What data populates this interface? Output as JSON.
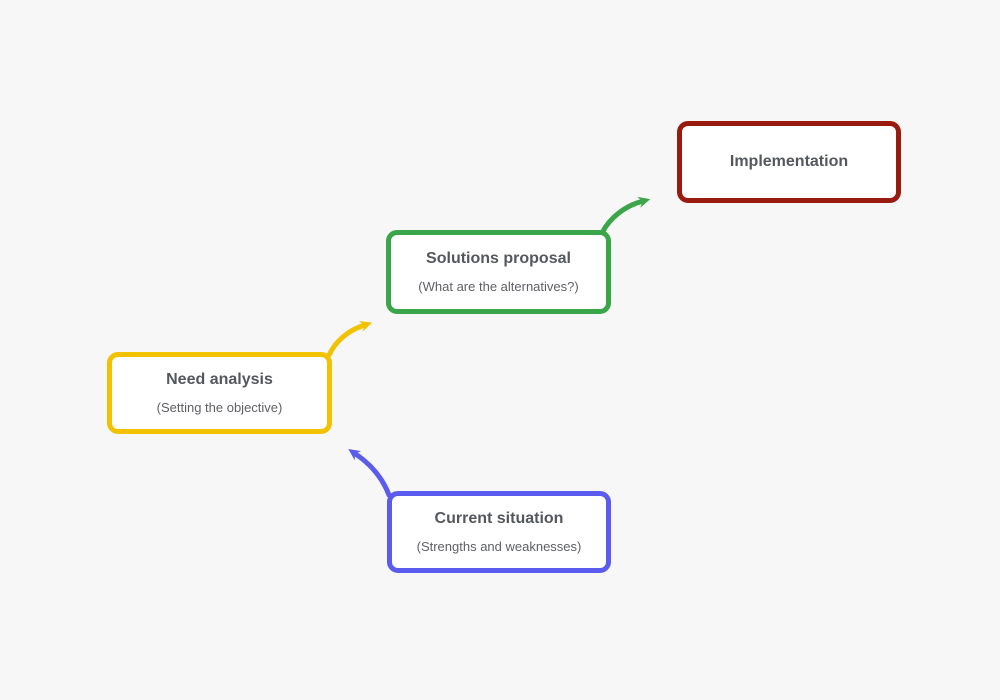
{
  "diagram": {
    "background": "#f7f7f7",
    "title_color": "#54575e",
    "subtitle_color": "#5f6065",
    "box_fill": "#ffffff"
  },
  "nodes": [
    {
      "id": "current-situation",
      "title": "Current situation",
      "subtitle": "(Strengths and weaknesses)",
      "color": "#5b5bee"
    },
    {
      "id": "need-analysis",
      "title": "Need analysis",
      "subtitle": "(Setting the objective)",
      "color": "#f2c100"
    },
    {
      "id": "solutions-proposal",
      "title": "Solutions proposal",
      "subtitle": "(What are the alternatives?)",
      "color": "#3ba549"
    },
    {
      "id": "implementation",
      "title": "Implementation",
      "subtitle": "",
      "color": "#991b10"
    }
  ],
  "connectors": [
    {
      "from": "current-situation",
      "to": "need-analysis",
      "color": "#5b5bee"
    },
    {
      "from": "need-analysis",
      "to": "solutions-proposal",
      "color": "#f2c100"
    },
    {
      "from": "solutions-proposal",
      "to": "implementation",
      "color": "#3ba549"
    }
  ]
}
